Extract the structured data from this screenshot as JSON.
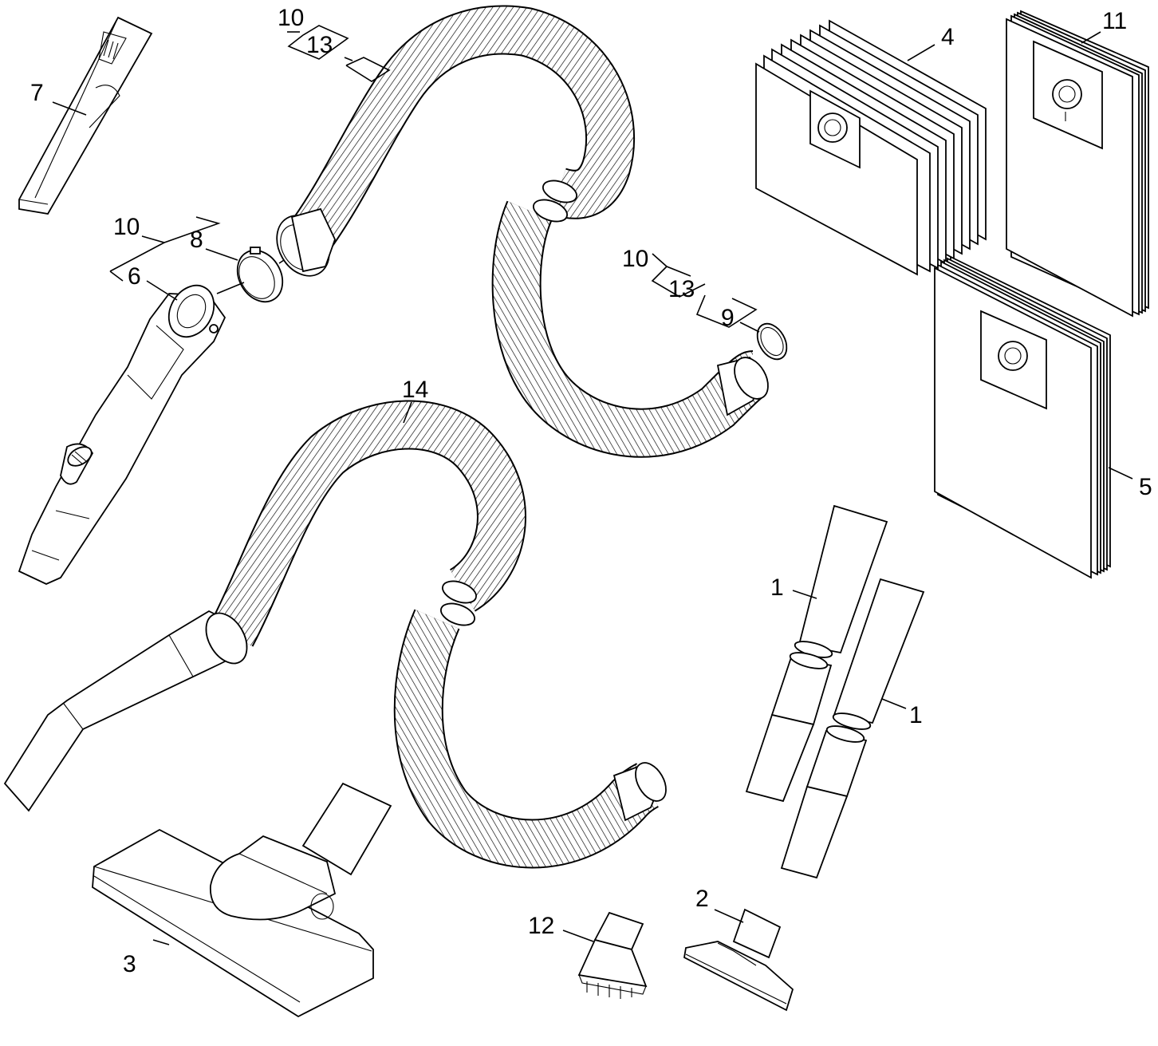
{
  "labels": {
    "p1a": "1",
    "p1b": "1",
    "p2": "2",
    "p3": "3",
    "p4": "4",
    "p5": "5",
    "p6": "6",
    "p7": "7",
    "p8": "8",
    "p9": "9",
    "p10a": "10",
    "p10b": "10",
    "p10c": "10",
    "p11": "11",
    "p12": "12",
    "p13a": "13",
    "p13b": "13",
    "p14": "14"
  }
}
